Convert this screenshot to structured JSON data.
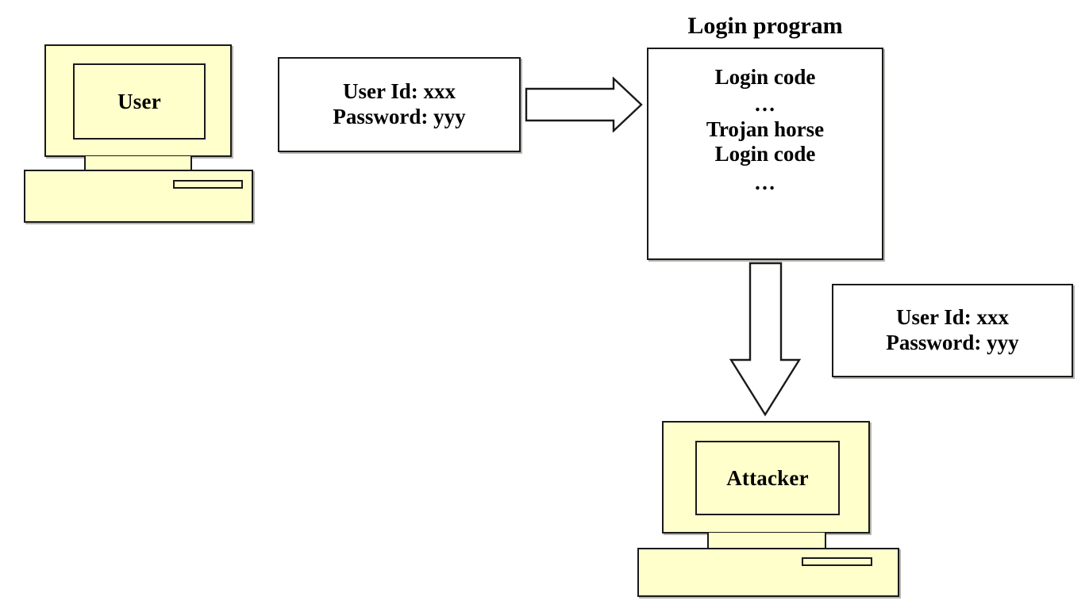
{
  "diagram": {
    "title_caption": "Login program",
    "background_color": "#ffffff",
    "device_fill_color": "#ffffcc",
    "stroke_color": "#1a1a1a",
    "box_fill_color": "#ffffff"
  },
  "user_computer": {
    "screen_label": "User"
  },
  "attacker_computer": {
    "screen_label": "Attacker"
  },
  "credentials_sent": {
    "line1": "User Id: xxx",
    "line2": "Password: yyy"
  },
  "credentials_stolen": {
    "line1": "User Id: xxx",
    "line2": "Password: yyy"
  },
  "login_program": {
    "caption": "Login program",
    "lines": [
      "Login code",
      "…",
      "Trojan horse",
      "Login code",
      "…"
    ]
  },
  "arrows": {
    "input_arrow_label": "credentials-to-login-program",
    "leak_arrow_label": "credentials-to-attacker"
  }
}
